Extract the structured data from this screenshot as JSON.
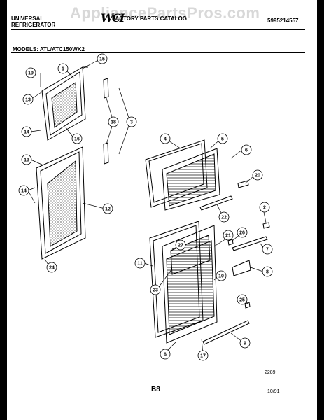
{
  "header": {
    "brand_line1": "UNIVERSAL",
    "brand_line2": "REFRIGERATOR",
    "watermark": "AppliancePartsPros.com",
    "logo": "WCI",
    "catalog_title": "FACTORY PARTS CATALOG",
    "part_number": "5995214557"
  },
  "models": "MODELS: ATL/ATC150WK2",
  "footer": {
    "drawing_number": "2289",
    "page_code": "B8",
    "date": "10/91"
  },
  "callouts": [
    "1",
    "2",
    "3",
    "4",
    "5",
    "6",
    "7",
    "8",
    "9",
    "10",
    "11",
    "12",
    "13",
    "14",
    "15",
    "16",
    "17",
    "19",
    "20",
    "21",
    "22",
    "23",
    "24",
    "25",
    "26",
    "27"
  ]
}
